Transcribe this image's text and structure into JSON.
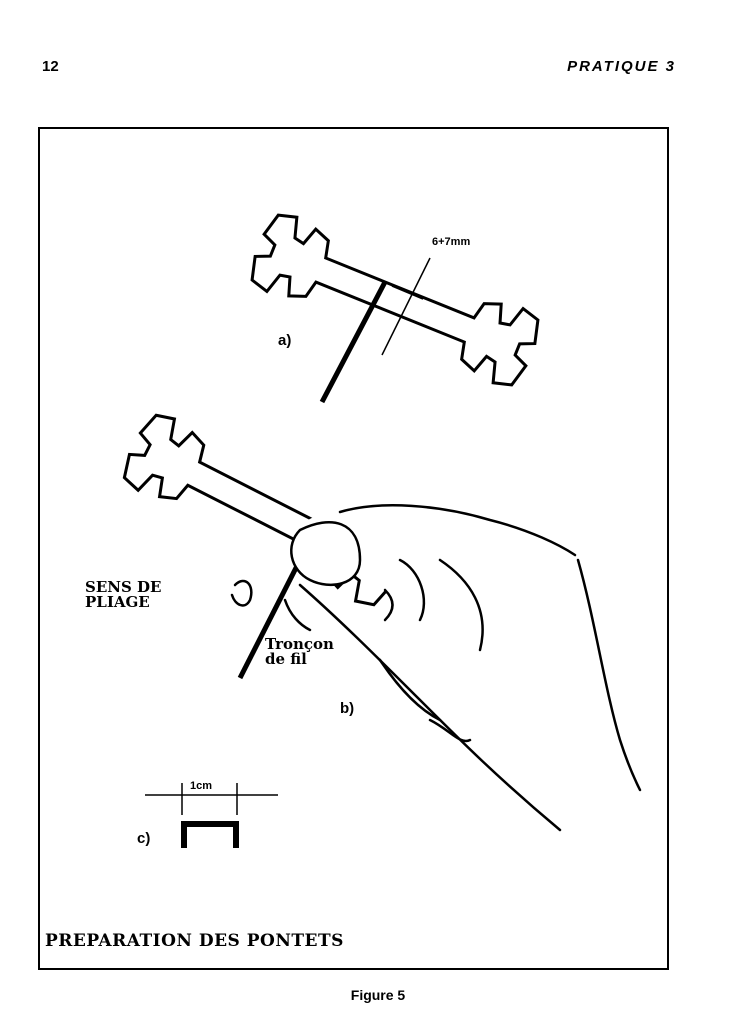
{
  "header": {
    "page_number": "12",
    "running_title": "PRATIQUE 3"
  },
  "figure": {
    "part_a": {
      "label": "a)",
      "dimension": "6+7mm"
    },
    "part_b": {
      "label": "b)",
      "direction_label_line1": "SENS DE",
      "direction_label_line2": "PLIAGE",
      "wire_label_line1": "Tronçon",
      "wire_label_line2": "de fil"
    },
    "part_c": {
      "label": "c)",
      "dimension": "1cm"
    },
    "title": "PREPARATION DES PONTETS"
  },
  "caption": "Figure 5"
}
